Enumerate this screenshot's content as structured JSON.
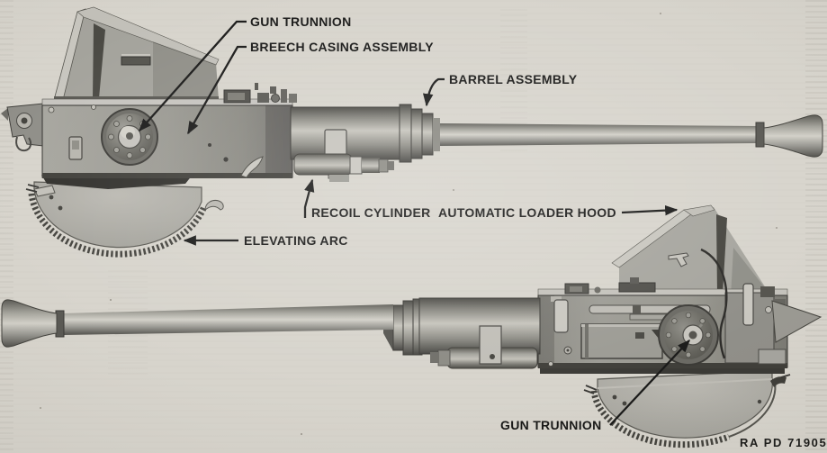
{
  "figure": {
    "credit": "RA PD 71905",
    "paper_color": "#d7d4cc",
    "ink_color": "#1b1b1a"
  },
  "callouts": {
    "gun_trunnion_top": {
      "label": "GUN TRUNNION"
    },
    "breech_casing_assembly": {
      "label": "BREECH CASING ASSEMBLY"
    },
    "barrel_assembly": {
      "label": "BARREL ASSEMBLY"
    },
    "recoil_cylinder": {
      "label": "RECOIL CYLINDER"
    },
    "automatic_loader_hood": {
      "label": "AUTOMATIC LOADER HOOD"
    },
    "elevating_arc": {
      "label": "ELEVATING ARC"
    },
    "gun_trunnion_bottom": {
      "label": "GUN TRUNNION"
    }
  }
}
